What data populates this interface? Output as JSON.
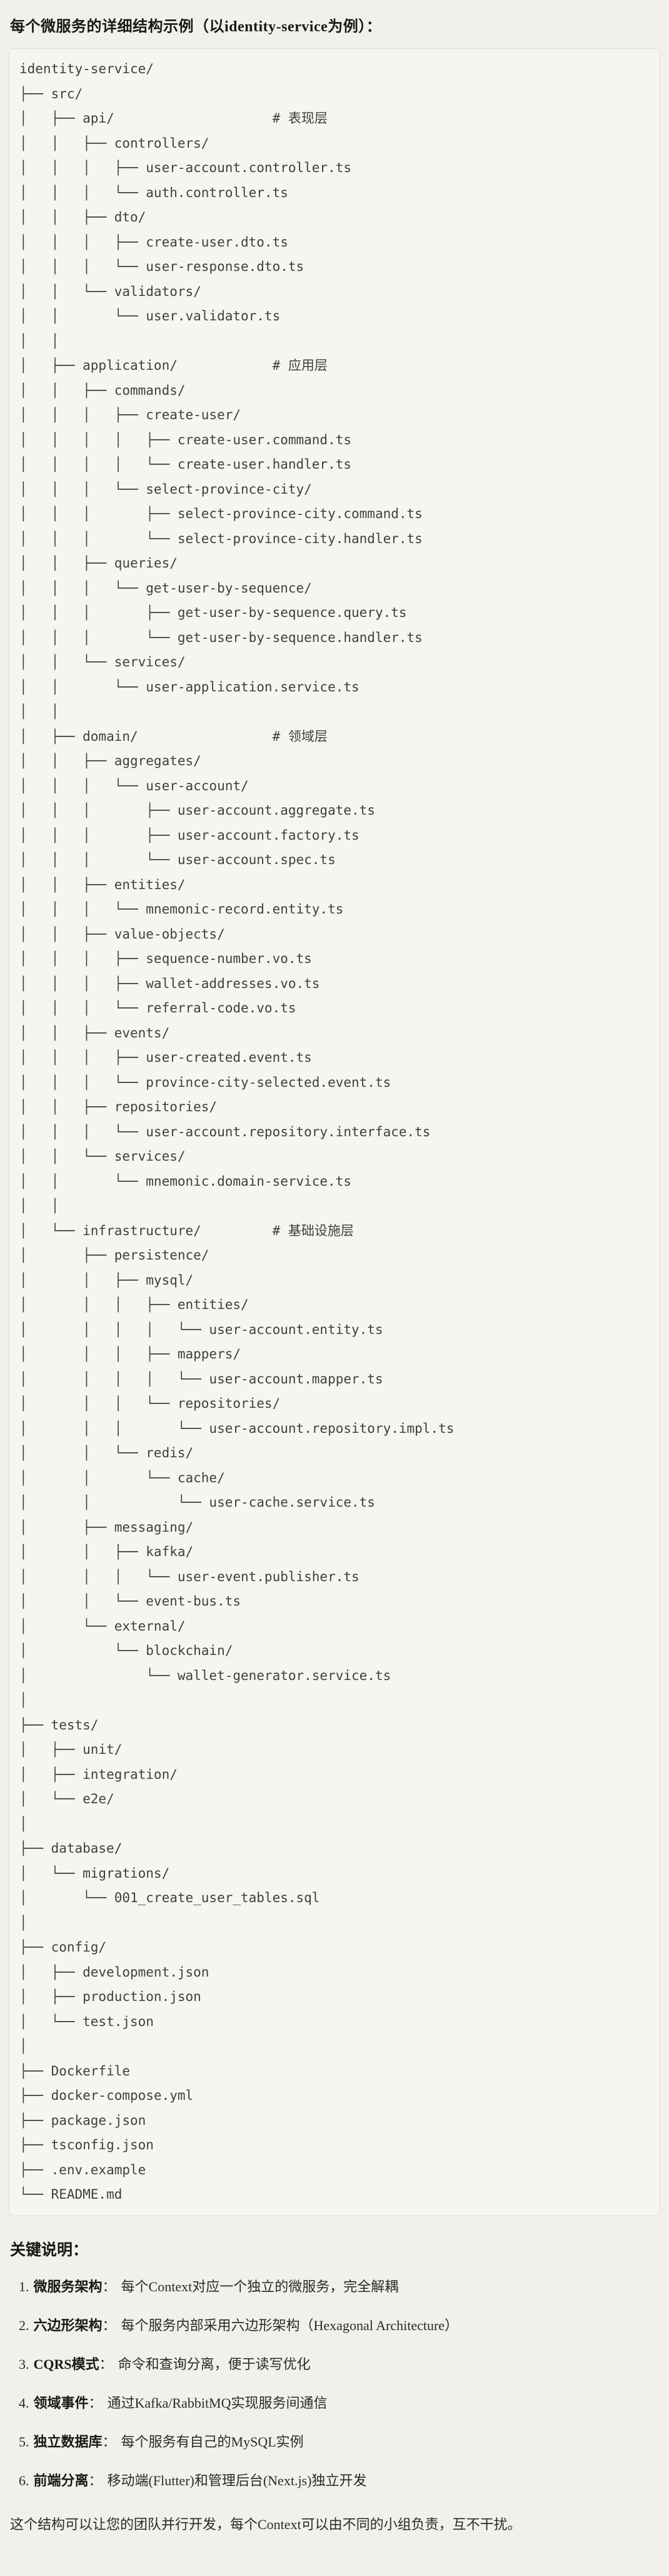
{
  "page": {
    "title": "每个微服务的详细结构示例（以identity-service为例）："
  },
  "code_block": {
    "language": "plaintext",
    "tree_lines": [
      "identity-service/",
      "├── src/",
      "│   ├── api/                    # 表现层",
      "│   │   ├── controllers/",
      "│   │   │   ├── user-account.controller.ts",
      "│   │   │   └── auth.controller.ts",
      "│   │   ├── dto/",
      "│   │   │   ├── create-user.dto.ts",
      "│   │   │   └── user-response.dto.ts",
      "│   │   └── validators/",
      "│   │       └── user.validator.ts",
      "│   │",
      "│   ├── application/            # 应用层",
      "│   │   ├── commands/",
      "│   │   │   ├── create-user/",
      "│   │   │   │   ├── create-user.command.ts",
      "│   │   │   │   └── create-user.handler.ts",
      "│   │   │   └── select-province-city/",
      "│   │   │       ├── select-province-city.command.ts",
      "│   │   │       └── select-province-city.handler.ts",
      "│   │   ├── queries/",
      "│   │   │   └── get-user-by-sequence/",
      "│   │   │       ├── get-user-by-sequence.query.ts",
      "│   │   │       └── get-user-by-sequence.handler.ts",
      "│   │   └── services/",
      "│   │       └── user-application.service.ts",
      "│   │",
      "│   ├── domain/                 # 领域层",
      "│   │   ├── aggregates/",
      "│   │   │   └── user-account/",
      "│   │   │       ├── user-account.aggregate.ts",
      "│   │   │       ├── user-account.factory.ts",
      "│   │   │       └── user-account.spec.ts",
      "│   │   ├── entities/",
      "│   │   │   └── mnemonic-record.entity.ts",
      "│   │   ├── value-objects/",
      "│   │   │   ├── sequence-number.vo.ts",
      "│   │   │   ├── wallet-addresses.vo.ts",
      "│   │   │   └── referral-code.vo.ts",
      "│   │   ├── events/",
      "│   │   │   ├── user-created.event.ts",
      "│   │   │   └── province-city-selected.event.ts",
      "│   │   ├── repositories/",
      "│   │   │   └── user-account.repository.interface.ts",
      "│   │   └── services/",
      "│   │       └── mnemonic.domain-service.ts",
      "│   │",
      "│   └── infrastructure/         # 基础设施层",
      "│       ├── persistence/",
      "│       │   ├── mysql/",
      "│       │   │   ├── entities/",
      "│       │   │   │   └── user-account.entity.ts",
      "│       │   │   ├── mappers/",
      "│       │   │   │   └── user-account.mapper.ts",
      "│       │   │   └── repositories/",
      "│       │   │       └── user-account.repository.impl.ts",
      "│       │   └── redis/",
      "│       │       └── cache/",
      "│       │           └── user-cache.service.ts",
      "│       ├── messaging/",
      "│       │   ├── kafka/",
      "│       │   │   └── user-event.publisher.ts",
      "│       │   └── event-bus.ts",
      "│       └── external/",
      "│           └── blockchain/",
      "│               └── wallet-generator.service.ts",
      "│",
      "├── tests/",
      "│   ├── unit/",
      "│   ├── integration/",
      "│   └── e2e/",
      "│",
      "├── database/",
      "│   └── migrations/",
      "│       └── 001_create_user_tables.sql",
      "│",
      "├── config/",
      "│   ├── development.json",
      "│   ├── production.json",
      "│   └── test.json",
      "│",
      "├── Dockerfile",
      "├── docker-compose.yml",
      "├── package.json",
      "├── tsconfig.json",
      "├── .env.example",
      "└── README.md"
    ],
    "layer_comments": [
      "# 表现层",
      "# 应用层",
      "# 领域层",
      "# 基础设施层"
    ]
  },
  "notes": {
    "heading": "关键说明：",
    "items": [
      {
        "num": "1.",
        "term": "微服务架构",
        "sep": "：",
        "desc": "每个Context对应一个独立的微服务，完全解耦"
      },
      {
        "num": "2.",
        "term": "六边形架构",
        "sep": "：",
        "desc": "每个服务内部采用六边形架构（Hexagonal Architecture）"
      },
      {
        "num": "3.",
        "term": "CQRS模式",
        "sep": "：",
        "desc": "命令和查询分离，便于读写优化"
      },
      {
        "num": "4.",
        "term": "领域事件",
        "sep": "：",
        "desc": "通过Kafka/RabbitMQ实现服务间通信"
      },
      {
        "num": "5.",
        "term": "独立数据库",
        "sep": "：",
        "desc": "每个服务有自己的MySQL实例"
      },
      {
        "num": "6.",
        "term": "前端分离",
        "sep": "：",
        "desc": "移动端(Flutter)和管理后台(Next.js)独立开发"
      }
    ],
    "footer": "这个结构可以让您的团队并行开发，每个Context可以由不同的小组负责，互不干扰。"
  },
  "colors": {
    "page_background": "#f2f0ea",
    "code_background": "#f6f5f1",
    "code_border": "#dedcd3",
    "code_text": "#413f3a",
    "heading_text": "#191813",
    "body_text": "#2b2a26"
  }
}
